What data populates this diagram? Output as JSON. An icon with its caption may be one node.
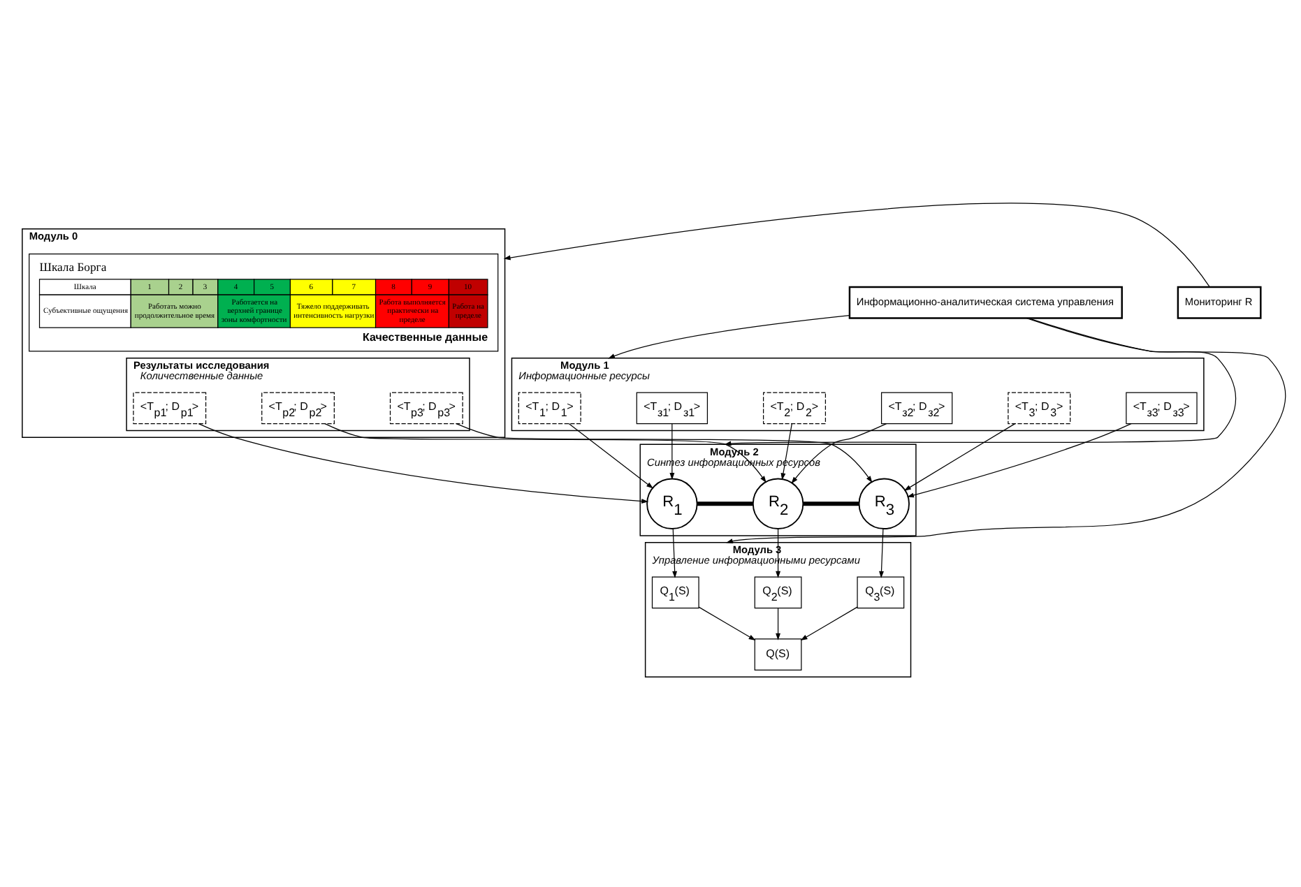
{
  "diagram": {
    "nodes": [
      {
        "text": [
          "Модуль 0"
        ]
      },
      {
        "text": [
          "Шкала Борга",
          "Качественные данные"
        ],
        "in": 0
      },
      {
        "text": [
          "Результаты исследования",
          "Количественные данные"
        ],
        "in": 0
      },
      {
        "text": [
          "<T$_{p1}$; D$_{p1}$>"
        ],
        "in": 2
      },
      {
        "text": [
          "<T$_{p2}$; D$_{p2}$>"
        ],
        "in": 2
      },
      {
        "text": [
          "<T$_{p3}$; D$_{p3}$>"
        ],
        "in": 2
      },
      {
        "text": [
          "Модуль 1",
          "Информационные ресурсы"
        ]
      },
      {
        "text": [
          "<T$_{1}$; D$_{1}$>"
        ],
        "in": 6
      },
      {
        "text": [
          "<T$_{з1}$; D$_{з1}$>"
        ],
        "in": 6
      },
      {
        "text": [
          "<T$_{2}$; D$_{2}$>"
        ],
        "in": 6
      },
      {
        "text": [
          "<T$_{з2}$; D$_{з2}$>"
        ],
        "in": 6
      },
      {
        "text": [
          "<T$_{3}$; D$_{3}$>"
        ],
        "in": 6
      },
      {
        "text": [
          "<T$_{з3}$; D$_{з3}$>"
        ],
        "in": 6
      },
      {
        "text": [
          "Модуль 2",
          "Синтез информационных ресурсов"
        ]
      },
      {
        "text": [
          "R$_{1}$"
        ],
        "in": 13
      },
      {
        "text": [
          "R$_{2}$"
        ],
        "in": 13
      },
      {
        "text": [
          "R$_{3}$"
        ],
        "in": 13
      },
      {
        "text": [
          "Модуль 3",
          "Управление информационными ресурсами"
        ]
      },
      {
        "text": [
          "Q$_{1}$(S)"
        ],
        "in": 17
      },
      {
        "text": [
          "Q$_{2}$(S)"
        ],
        "in": 17
      },
      {
        "text": [
          "Q$_{3}$(S)"
        ],
        "in": 17
      },
      {
        "text": [
          "Q(S)"
        ],
        "in": 17
      },
      {
        "text": [
          "Мониторинг R"
        ]
      },
      {
        "text": [
          "Информационно-аналитическая система управления"
        ]
      }
    ],
    "edges": [
      {
        "from": 22,
        "to": 0,
        "arrow": "to"
      },
      {
        "from": 23,
        "to": 6,
        "arrow": "to"
      },
      {
        "from": 23,
        "to": 13,
        "arrow": "to"
      },
      {
        "from": 23,
        "to": 17,
        "arrow": "to"
      },
      {
        "from": 3,
        "to": 14,
        "arrow": "to"
      },
      {
        "from": 7,
        "to": 14,
        "arrow": "to"
      },
      {
        "from": 8,
        "to": 14,
        "arrow": "to"
      },
      {
        "from": 4,
        "to": 15,
        "arrow": "to"
      },
      {
        "from": 9,
        "to": 15,
        "arrow": "to"
      },
      {
        "from": 10,
        "to": 15,
        "arrow": "to"
      },
      {
        "from": 5,
        "to": 16,
        "arrow": "to"
      },
      {
        "from": 11,
        "to": 16,
        "arrow": "to"
      },
      {
        "from": 12,
        "to": 16,
        "arrow": "to"
      },
      {
        "from": 14,
        "to": 15,
        "arrow": "none",
        "style": "thick"
      },
      {
        "from": 15,
        "to": 16,
        "arrow": "none",
        "style": "thick"
      },
      {
        "from": 14,
        "to": 18,
        "arrow": "to"
      },
      {
        "from": 15,
        "to": 19,
        "arrow": "to"
      },
      {
        "from": 16,
        "to": 20,
        "arrow": "to"
      },
      {
        "from": 18,
        "to": 21,
        "arrow": "to"
      },
      {
        "from": 19,
        "to": 21,
        "arrow": "to"
      },
      {
        "from": 20,
        "to": 21,
        "arrow": "to"
      }
    ],
    "labels": [
      "Шкала",
      "1",
      "2",
      "3",
      "4",
      "5",
      "6",
      "7",
      "8",
      "9",
      "10",
      "Субъективные ощущения",
      "Работать можно продолжительное время",
      "Работается на верхней границе зоны комфортности",
      "Тяжело поддерживать интенсивность нагрузки",
      "Работа выполняется практически на пределе",
      "Работа на пределе"
    ]
  }
}
